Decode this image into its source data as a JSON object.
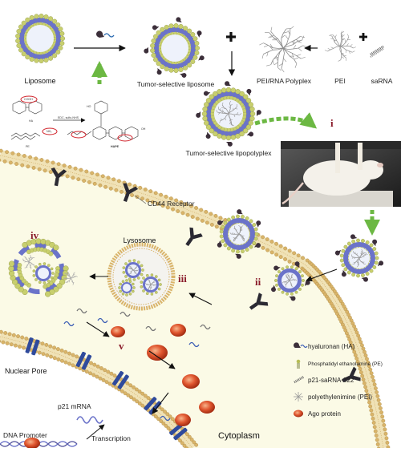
{
  "labels": {
    "liposome": "Liposome",
    "tumor_selective_liposome": "Tumor-selective liposome",
    "polyplex": "PEI/RNA Polyplex",
    "pei": "PEI",
    "sarna": "saRNA",
    "lipopolyplex": "Tumor-selective lipopolyplex",
    "cd44_receptor": "CD44 Receptor",
    "lysosome": "Lysosome",
    "nuclear_pore": "Nuclear Pore",
    "p21_mrna": "p21 mRNA",
    "dna_promoter": "DNA Promoter",
    "transcription": "Transcription",
    "cytoplasm": "Cytoplasm"
  },
  "steps": {
    "i": "i",
    "ii": "ii",
    "iii": "iii",
    "iv": "iv",
    "v": "v"
  },
  "chemistry": {
    "ha": "HA",
    "pe": "PE",
    "reagents": "EDC, sulfo-NHS",
    "hape": "HAPE",
    "nh2": "NH₂",
    "cooh": "COOH",
    "oh": "OH",
    "ho": "HO"
  },
  "legend": [
    {
      "icon": "hyaluronan-icon",
      "label": "hyaluronan (HA)"
    },
    {
      "icon": "phosphatidyl-ethanolamine-icon",
      "label": "Phosphatidyl ethanolamine (PE)"
    },
    {
      "icon": "sarna-icon",
      "label": "p21-saRNA-322"
    },
    {
      "icon": "pei-icon",
      "label": "polyethylenimine (PEI)"
    },
    {
      "icon": "ago-protein-icon",
      "label": "Ago protein"
    }
  ],
  "colors": {
    "lipid_head": "#c8cf6e",
    "lipid_tail": "#6b73c9",
    "cytoplasm_bg": "#fbfae6",
    "membrane_head": "#d9b46a",
    "ago_protein": "#e0562f",
    "ha_dark": "#3c2f3a",
    "green_arrow": "#6cb843",
    "roman_numeral": "#8a1c2b",
    "nuclear_pore": "#2f4a9c"
  }
}
